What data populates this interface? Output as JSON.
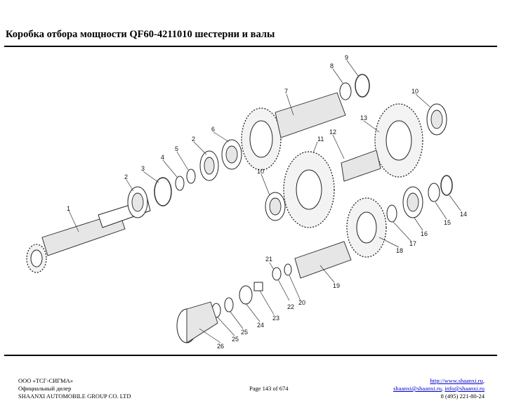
{
  "header": {
    "title": "Коробка отбора мощности QF60-4211010 шестерни и валы"
  },
  "drawing": {
    "part_numbers": [
      "1",
      "2",
      "3",
      "4",
      "5",
      "2",
      "6",
      "7",
      "8",
      "9",
      "10",
      "13",
      "12",
      "11",
      "10",
      "17",
      "16",
      "15",
      "14",
      "18",
      "19",
      "21",
      "22",
      "20",
      "23",
      "24",
      "25",
      "25",
      "26"
    ]
  },
  "footer": {
    "company": "ООО «ТСГ-СИГМА»",
    "dealer": "Официальный дилер",
    "group": "SHAANXI AUTOMOBILE GROUP CO. LTD",
    "page": "Page 143 of 674",
    "website": "http://www.shaanxi.ru",
    "website_suffix": ",",
    "email1": "shaanxi@shaanxi.ru",
    "email_sep": ", ",
    "email2": "info@shaanxi.ru",
    "phone": "8 (495) 221-80-24"
  }
}
